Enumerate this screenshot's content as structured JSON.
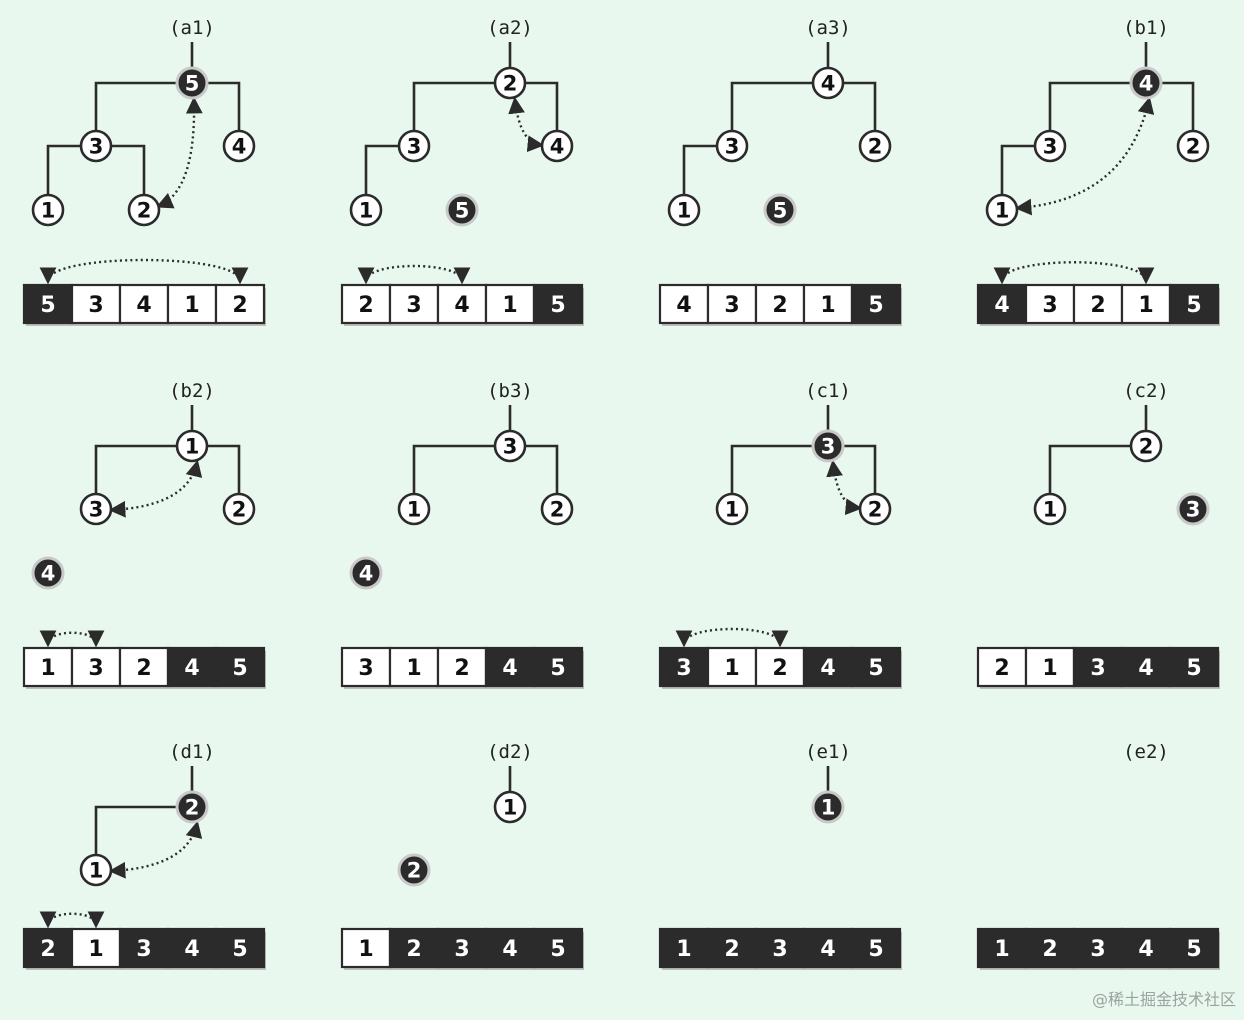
{
  "watermark": "@稀土掘金技术社区",
  "panels": [
    {
      "label": "(a1)",
      "tree": [
        {
          "v": "5",
          "s": "dark"
        },
        {
          "v": "3",
          "s": "white"
        },
        {
          "v": "4",
          "s": "white"
        },
        {
          "v": "1",
          "s": "white"
        },
        {
          "v": "2",
          "s": "white"
        }
      ],
      "removed": [],
      "swapTree": [
        0,
        4
      ],
      "array": [
        {
          "v": "5",
          "s": "dark"
        },
        {
          "v": "3",
          "s": "white"
        },
        {
          "v": "4",
          "s": "white"
        },
        {
          "v": "1",
          "s": "white"
        },
        {
          "v": "2",
          "s": "white"
        }
      ],
      "swapArr": [
        0,
        4
      ]
    },
    {
      "label": "(a2)",
      "tree": [
        {
          "v": "2",
          "s": "white"
        },
        {
          "v": "3",
          "s": "white"
        },
        {
          "v": "4",
          "s": "white"
        },
        {
          "v": "1",
          "s": "white"
        }
      ],
      "removed": [
        {
          "v": "5",
          "at": 4
        }
      ],
      "swapTree": [
        0,
        2
      ],
      "array": [
        {
          "v": "2",
          "s": "white"
        },
        {
          "v": "3",
          "s": "white"
        },
        {
          "v": "4",
          "s": "white"
        },
        {
          "v": "1",
          "s": "white"
        },
        {
          "v": "5",
          "s": "dark"
        }
      ],
      "swapArr": [
        0,
        2
      ]
    },
    {
      "label": "(a3)",
      "tree": [
        {
          "v": "4",
          "s": "white"
        },
        {
          "v": "3",
          "s": "white"
        },
        {
          "v": "2",
          "s": "white"
        },
        {
          "v": "1",
          "s": "white"
        }
      ],
      "removed": [
        {
          "v": "5",
          "at": 4
        }
      ],
      "swapTree": null,
      "array": [
        {
          "v": "4",
          "s": "white"
        },
        {
          "v": "3",
          "s": "white"
        },
        {
          "v": "2",
          "s": "white"
        },
        {
          "v": "1",
          "s": "white"
        },
        {
          "v": "5",
          "s": "dark"
        }
      ],
      "swapArr": null
    },
    {
      "label": "(b1)",
      "tree": [
        {
          "v": "4",
          "s": "dark"
        },
        {
          "v": "3",
          "s": "white"
        },
        {
          "v": "2",
          "s": "white"
        },
        {
          "v": "1",
          "s": "white"
        }
      ],
      "removed": [],
      "swapTree": [
        0,
        3
      ],
      "array": [
        {
          "v": "4",
          "s": "dark"
        },
        {
          "v": "3",
          "s": "white"
        },
        {
          "v": "2",
          "s": "white"
        },
        {
          "v": "1",
          "s": "white"
        },
        {
          "v": "5",
          "s": "dark"
        }
      ],
      "swapArr": [
        0,
        3
      ]
    },
    {
      "label": "(b2)",
      "tree": [
        {
          "v": "1",
          "s": "white"
        },
        {
          "v": "3",
          "s": "white"
        },
        {
          "v": "2",
          "s": "white"
        }
      ],
      "removed": [
        {
          "v": "4",
          "at": 3
        }
      ],
      "swapTree": [
        0,
        1
      ],
      "array": [
        {
          "v": "1",
          "s": "white"
        },
        {
          "v": "3",
          "s": "white"
        },
        {
          "v": "2",
          "s": "white"
        },
        {
          "v": "4",
          "s": "dark"
        },
        {
          "v": "5",
          "s": "dark"
        }
      ],
      "swapArr": [
        0,
        1
      ]
    },
    {
      "label": "(b3)",
      "tree": [
        {
          "v": "3",
          "s": "white"
        },
        {
          "v": "1",
          "s": "white"
        },
        {
          "v": "2",
          "s": "white"
        }
      ],
      "removed": [
        {
          "v": "4",
          "at": 3
        }
      ],
      "swapTree": null,
      "array": [
        {
          "v": "3",
          "s": "white"
        },
        {
          "v": "1",
          "s": "white"
        },
        {
          "v": "2",
          "s": "white"
        },
        {
          "v": "4",
          "s": "dark"
        },
        {
          "v": "5",
          "s": "dark"
        }
      ],
      "swapArr": null
    },
    {
      "label": "(c1)",
      "tree": [
        {
          "v": "3",
          "s": "dark"
        },
        {
          "v": "1",
          "s": "white"
        },
        {
          "v": "2",
          "s": "white"
        }
      ],
      "removed": [],
      "swapTree": [
        0,
        2
      ],
      "array": [
        {
          "v": "3",
          "s": "dark"
        },
        {
          "v": "1",
          "s": "white"
        },
        {
          "v": "2",
          "s": "white"
        },
        {
          "v": "4",
          "s": "dark"
        },
        {
          "v": "5",
          "s": "dark"
        }
      ],
      "swapArr": [
        0,
        2
      ]
    },
    {
      "label": "(c2)",
      "tree": [
        {
          "v": "2",
          "s": "white"
        },
        {
          "v": "1",
          "s": "white"
        }
      ],
      "removed": [
        {
          "v": "3",
          "at": 2
        }
      ],
      "swapTree": null,
      "array": [
        {
          "v": "2",
          "s": "white"
        },
        {
          "v": "1",
          "s": "white"
        },
        {
          "v": "3",
          "s": "dark"
        },
        {
          "v": "4",
          "s": "dark"
        },
        {
          "v": "5",
          "s": "dark"
        }
      ],
      "swapArr": null
    },
    {
      "label": "(d1)",
      "tree": [
        {
          "v": "2",
          "s": "dark"
        },
        {
          "v": "1",
          "s": "white"
        }
      ],
      "removed": [],
      "swapTree": [
        0,
        1
      ],
      "array": [
        {
          "v": "2",
          "s": "dark"
        },
        {
          "v": "1",
          "s": "white"
        },
        {
          "v": "3",
          "s": "dark"
        },
        {
          "v": "4",
          "s": "dark"
        },
        {
          "v": "5",
          "s": "dark"
        }
      ],
      "swapArr": [
        0,
        1
      ]
    },
    {
      "label": "(d2)",
      "tree": [
        {
          "v": "1",
          "s": "white"
        }
      ],
      "removed": [
        {
          "v": "2",
          "at": 1
        }
      ],
      "swapTree": null,
      "array": [
        {
          "v": "1",
          "s": "white"
        },
        {
          "v": "2",
          "s": "dark"
        },
        {
          "v": "3",
          "s": "dark"
        },
        {
          "v": "4",
          "s": "dark"
        },
        {
          "v": "5",
          "s": "dark"
        }
      ],
      "swapArr": null
    },
    {
      "label": "(e1)",
      "tree": [
        {
          "v": "1",
          "s": "dark"
        }
      ],
      "removed": [],
      "swapTree": null,
      "array": [
        {
          "v": "1",
          "s": "dark"
        },
        {
          "v": "2",
          "s": "dark"
        },
        {
          "v": "3",
          "s": "dark"
        },
        {
          "v": "4",
          "s": "dark"
        },
        {
          "v": "5",
          "s": "dark"
        }
      ],
      "swapArr": null
    },
    {
      "label": "(e2)",
      "tree": [],
      "removed": [],
      "swapTree": null,
      "array": [
        {
          "v": "1",
          "s": "dark"
        },
        {
          "v": "2",
          "s": "dark"
        },
        {
          "v": "3",
          "s": "dark"
        },
        {
          "v": "4",
          "s": "dark"
        },
        {
          "v": "5",
          "s": "dark"
        }
      ],
      "swapArr": null
    }
  ]
}
